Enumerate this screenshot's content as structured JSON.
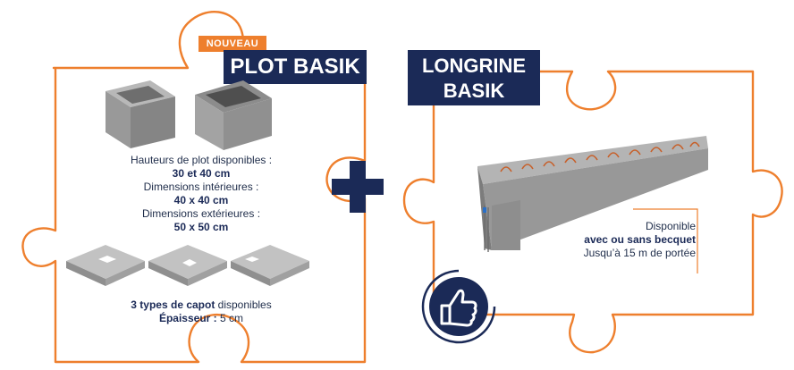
{
  "left_piece": {
    "badge": "NOUVEAU",
    "title": "PLOT BASIK",
    "heights_label": "Hauteurs de plot disponibles :",
    "heights_value": "30 et 40 cm",
    "inner_label": "Dimensions intérieures :",
    "inner_value": "40 x 40 cm",
    "outer_label": "Dimensions extérieures :",
    "outer_value": "50 x 50 cm",
    "capot_bold": "3 types de capot",
    "capot_rest": " disponibles",
    "thickness_bold": "Épaisseur :",
    "thickness_rest": " 5 cm"
  },
  "right_piece": {
    "title_line1": "LONGRINE",
    "title_line2": "BASIK",
    "available": "Disponible",
    "option": "avec ou sans becquet",
    "span": "Jusqu’à 15 m de portée"
  },
  "icons": [
    "plus-icon",
    "thumbs-up-icon"
  ],
  "colors": {
    "navy": "#1b2a57",
    "orange": "#ee7f2d",
    "concrete": "#a9a9a9"
  }
}
